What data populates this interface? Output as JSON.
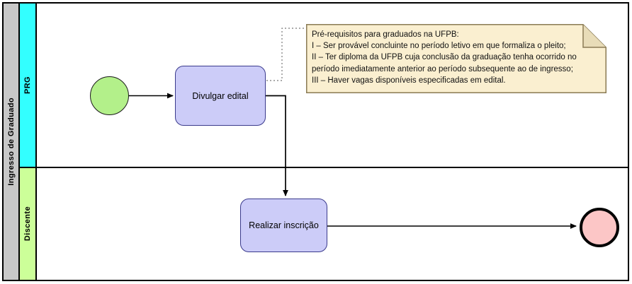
{
  "diagram": {
    "type": "bpmn-process",
    "pool": {
      "label": "Ingresso de Graduado",
      "header_color": "#c8c8c8"
    },
    "lanes": [
      {
        "id": "prg",
        "label": "PRG",
        "color": "#33ffff"
      },
      {
        "id": "discente",
        "label": "Discente",
        "color": "#ccff99"
      }
    ],
    "events": [
      {
        "id": "start",
        "kind": "start-event",
        "lane": "prg",
        "color": "#b3f08a",
        "label": ""
      },
      {
        "id": "end",
        "kind": "end-event",
        "lane": "discente",
        "color": "#fcc6c6",
        "label": ""
      }
    ],
    "tasks": [
      {
        "id": "divulgar-edital",
        "label": "Divulgar edital",
        "lane": "prg",
        "color": "#ccccf8"
      },
      {
        "id": "realizar-inscricao",
        "label": "Realizar inscrição",
        "lane": "discente",
        "color": "#ccccf8"
      }
    ],
    "annotations": [
      {
        "id": "pre-requisitos-note",
        "attached_to": "divulgar-edital",
        "color": "#faefd0",
        "title": "Pré-requisitos para graduados na UFPB:",
        "lines": [
          "Pré-requisitos para graduados na UFPB:",
          "I – Ser provável concluinte no período letivo em que formaliza o pleito;",
          "II – Ter diploma da UFPB cuja conclusão da graduação tenha ocorrido no",
          "período imediatamente anterior ao período subsequente ao de ingresso;",
          "III – Haver vagas disponíveis especificadas em edital."
        ],
        "text": "Pré-requisitos para graduados na UFPB:\nI – Ser provável concluinte no período letivo em que formaliza o pleito;\nII – Ter diploma da UFPB cuja conclusão da graduação tenha ocorrido no\nperíodo imediatamente anterior ao período subsequente ao de ingresso;\nIII – Haver vagas disponíveis especificadas em edital."
      }
    ],
    "flows": [
      {
        "id": "flow-start-divulgar",
        "from": "start",
        "to": "divulgar-edital",
        "style": "solid",
        "label": ""
      },
      {
        "id": "flow-divulgar-realizar",
        "from": "divulgar-edital",
        "to": "realizar-inscricao",
        "style": "solid",
        "label": ""
      },
      {
        "id": "flow-realizar-end",
        "from": "realizar-inscricao",
        "to": "end",
        "style": "solid",
        "label": ""
      },
      {
        "id": "assoc-divulgar-note",
        "from": "divulgar-edital",
        "to": "pre-requisitos-note",
        "style": "dotted",
        "label": ""
      }
    ]
  }
}
